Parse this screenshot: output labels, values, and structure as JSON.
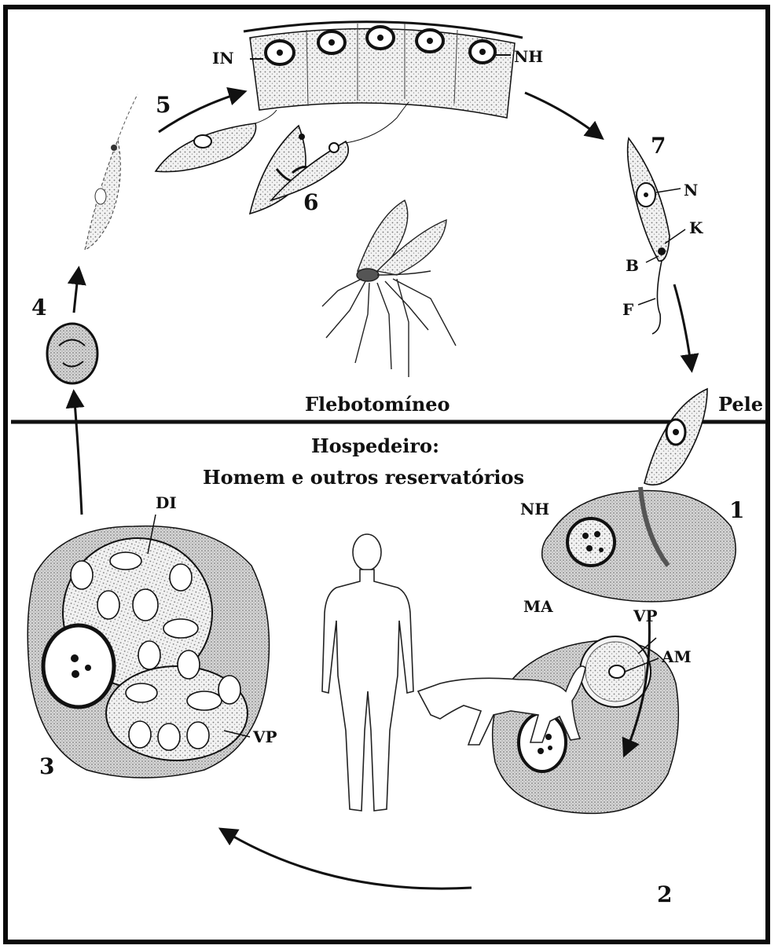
{
  "diagram": {
    "zones": {
      "vector": "Flebotomíneo",
      "boundary": "Pele",
      "host_title": "Hospedeiro:",
      "host_subtitle": "Homem e outros reservatórios"
    },
    "stages": [
      "1",
      "2",
      "3",
      "4",
      "5",
      "6",
      "7"
    ],
    "labels": {
      "IN": "IN",
      "NH_top": "NH",
      "N": "N",
      "K": "K",
      "B": "B",
      "F": "F",
      "NH_1": "NH",
      "MA": "MA",
      "VP_2": "VP",
      "AM": "AM",
      "DI": "DI",
      "VP_3": "VP"
    },
    "colors": {
      "ink": "#111111",
      "stipple": "#d9d9d9",
      "cell": "#e6e6e6"
    }
  }
}
